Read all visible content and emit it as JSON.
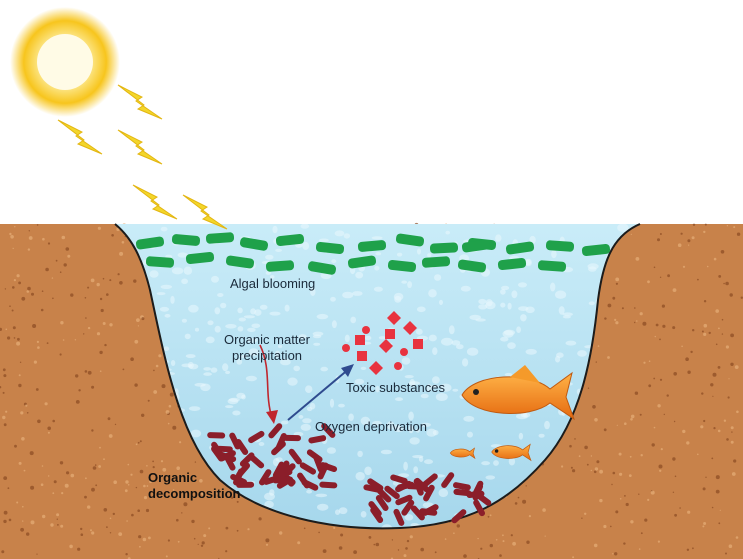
{
  "labels": {
    "algal_blooming": "Algal blooming",
    "organic_matter_line1": "Organic matter",
    "organic_matter_line2": "precipitation",
    "toxic_substances": "Toxic substances",
    "oxygen_deprivation": "Oxygen deprivation",
    "organic_decomposition_line1": "Organic",
    "organic_decomposition_line2": "decomposition"
  },
  "colors": {
    "soil": "#c8824a",
    "soil_speck_dark": "#8a4a22",
    "soil_speck_light": "#e6ae78",
    "water": "#bfe6f4",
    "water_bubble": "#e9f8fd",
    "algae": "#1fa14a",
    "sun_core": "#fff6c4",
    "sun_rim": "#f7c51d",
    "lightning": "#f3d62a",
    "toxic": "#e8333f",
    "bacteria": "#8b1e2a",
    "fish": "#f08a20",
    "arrow_red": "#c0262e",
    "arrow_blue": "#2f4b8f"
  },
  "icons": {
    "sun": "sun-icon",
    "lightning": "lightning-icon",
    "fish": "fish-icon"
  }
}
